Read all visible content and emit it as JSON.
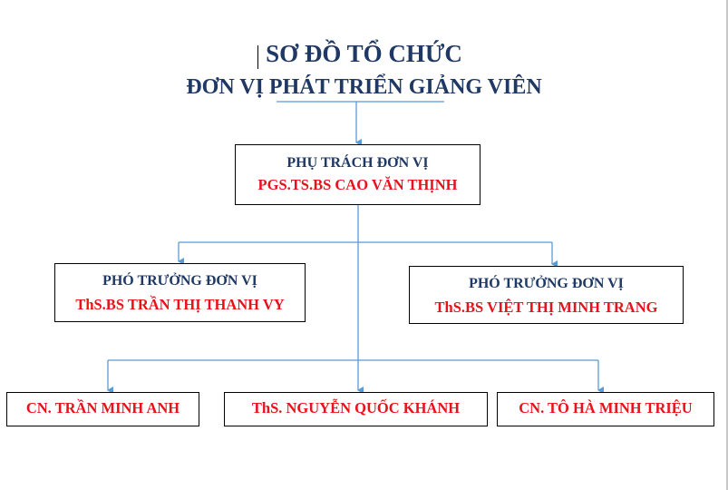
{
  "title": {
    "line1": "SƠ ĐỒ TỔ CHỨC",
    "line2": "ĐƠN VỊ PHÁT TRIỂN GIẢNG VIÊN"
  },
  "leader": {
    "role": "PHỤ TRÁCH ĐƠN VỊ",
    "name": "PGS.TS.BS CAO VĂN THỊNH"
  },
  "deputies": [
    {
      "role": "PHÓ TRƯỞNG ĐƠN VỊ",
      "name": "ThS.BS TRẦN THỊ THANH VY"
    },
    {
      "role": "PHÓ TRƯỞNG ĐƠN VỊ",
      "name": "ThS.BS VIỆT THỊ MINH TRANG"
    }
  ],
  "staff": [
    {
      "name": "CN. TRẦN MINH ANH"
    },
    {
      "name": "ThS. NGUYỄN QUỐC KHÁNH"
    },
    {
      "name": "CN. TÔ HÀ MINH TRIỆU"
    }
  ],
  "colors": {
    "title": "#1f3864",
    "name": "#e8121b",
    "connector": "#5b9bd5"
  }
}
